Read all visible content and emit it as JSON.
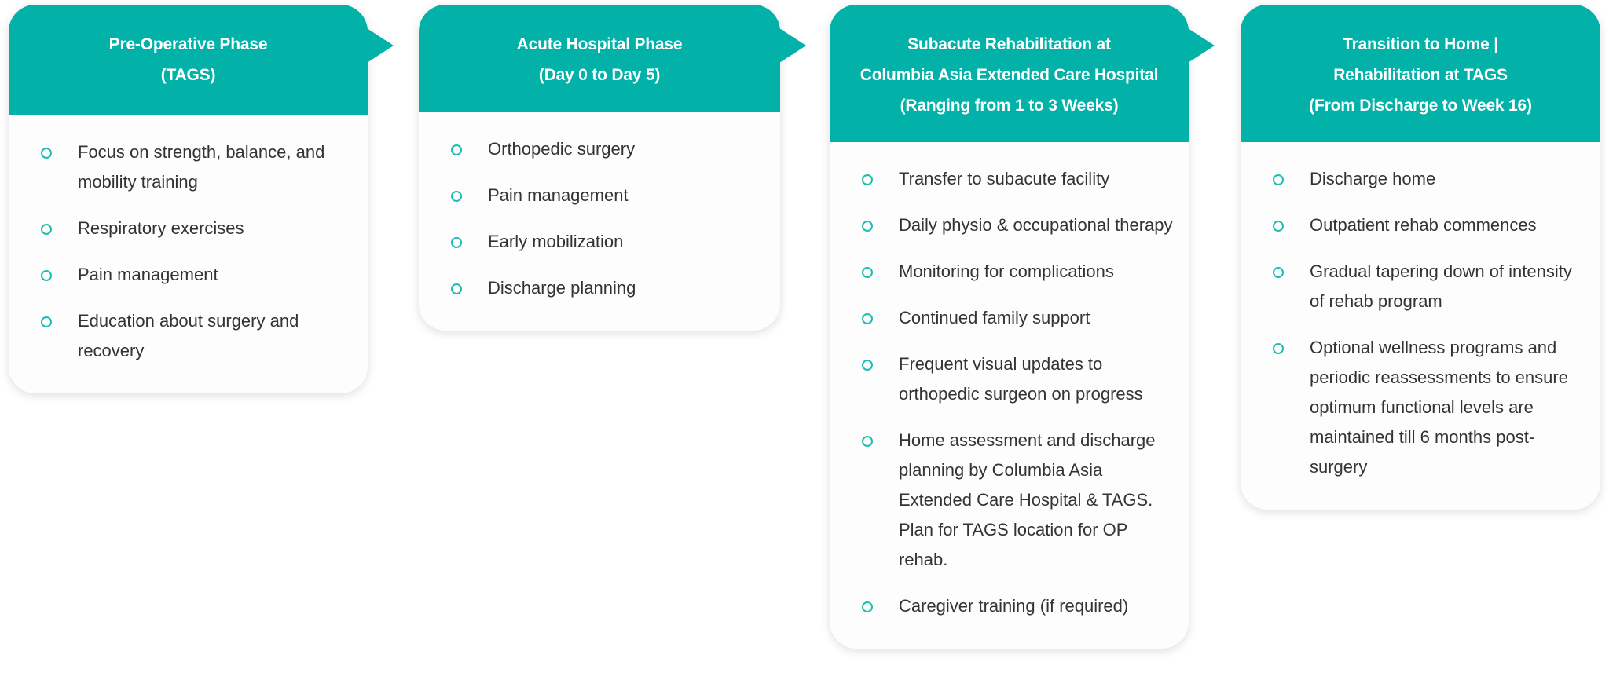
{
  "phases": [
    {
      "title": [
        "Pre-Operative Phase",
        "(TAGS)"
      ],
      "items": [
        "Focus on strength, balance, and mobility training",
        "Respiratory exercises",
        "Pain management",
        "Education about surgery and recovery"
      ]
    },
    {
      "title": [
        "Acute Hospital Phase",
        "(Day 0 to Day 5)"
      ],
      "items": [
        "Orthopedic surgery",
        "Pain management",
        "Early mobilization",
        "Discharge planning"
      ]
    },
    {
      "title": [
        "Subacute Rehabilitation at",
        "Columbia Asia Extended Care Hospital",
        "(Ranging from 1 to 3 Weeks)"
      ],
      "items": [
        "Transfer to subacute facility",
        "Daily physio & occupational therapy",
        "Monitoring for complications",
        "Continued family support",
        "Frequent visual updates to orthopedic surgeon on progress",
        "Home assessment and discharge planning by Columbia Asia Extended Care Hospital & TAGS. Plan for TAGS location for OP rehab.",
        "Caregiver training (if required)"
      ]
    },
    {
      "title": [
        "Transition to Home |",
        "Rehabilitation at TAGS",
        "(From Discharge to Week 16)"
      ],
      "items": [
        "Discharge home",
        "Outpatient rehab commences",
        "Gradual tapering down of intensity of rehab program",
        "Optional wellness programs and periodic reassessments to ensure optimum functional levels are maintained till 6 months post-surgery"
      ]
    }
  ],
  "colors": {
    "accent": "#02b1a8",
    "bullet": "#1dbdb3",
    "text": "#333333"
  }
}
